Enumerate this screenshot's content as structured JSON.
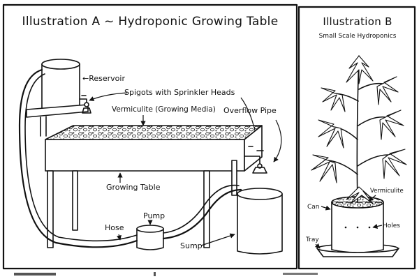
{
  "illustration_a": {
    "title": "Illustration A ~ Hydroponic Growing Table",
    "labels": {
      "reservoir": "←Reservoir",
      "spigots": "Spigots with Sprinkler Heads",
      "vermiculite": "Vermiculite (Growing Media)",
      "overflow_pipe": "Overflow Pipe",
      "growing_table": "Growing Table",
      "pump": "Pump",
      "hose": "Hose",
      "sump": "Sump"
    }
  },
  "illustration_b": {
    "title": "Illustration B",
    "subtitle": "Small Scale Hydroponics",
    "labels": {
      "vermiculite": "Vermiculite",
      "can": "Can",
      "holes": "Holes",
      "tray": "Tray"
    }
  }
}
